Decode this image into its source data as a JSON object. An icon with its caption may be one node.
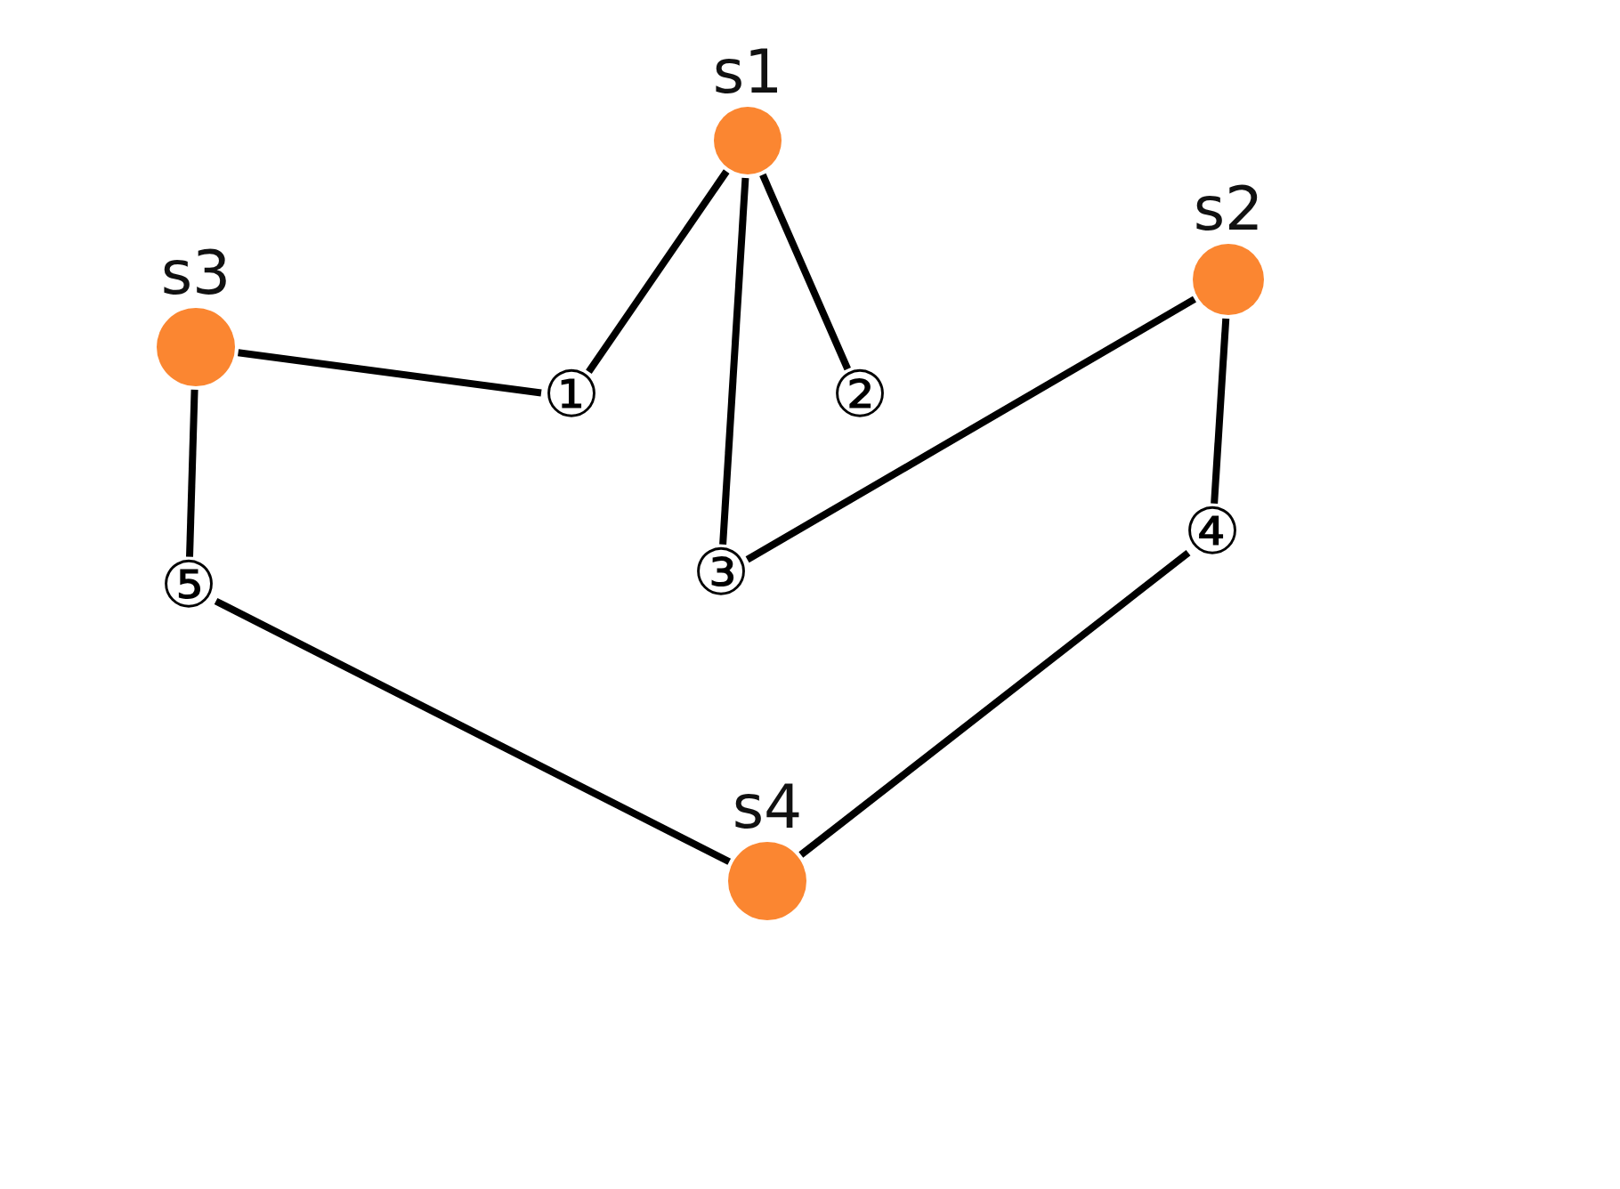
{
  "diagram": {
    "nodes": [
      {
        "text": [
          "s1"
        ]
      },
      {
        "text": [
          "s2"
        ]
      },
      {
        "text": [
          "s3"
        ]
      },
      {
        "text": [
          "①"
        ]
      },
      {
        "text": [
          "②"
        ]
      },
      {
        "text": [
          "③"
        ]
      },
      {
        "text": [
          "④"
        ]
      },
      {
        "text": [
          "⑤"
        ]
      },
      {
        "text": [
          "s4"
        ]
      }
    ],
    "edges": [
      {
        "from": 0,
        "to": 3,
        "arrow": "none"
      },
      {
        "from": 0,
        "to": 5,
        "arrow": "none"
      },
      {
        "from": 0,
        "to": 4,
        "arrow": "none"
      },
      {
        "from": 2,
        "to": 3,
        "arrow": "none"
      },
      {
        "from": 1,
        "to": 5,
        "arrow": "none"
      },
      {
        "from": 2,
        "to": 7,
        "arrow": "none"
      },
      {
        "from": 1,
        "to": 6,
        "arrow": "none"
      },
      {
        "from": 8,
        "to": 7,
        "arrow": "none"
      },
      {
        "from": 8,
        "to": 6,
        "arrow": "none"
      }
    ]
  }
}
